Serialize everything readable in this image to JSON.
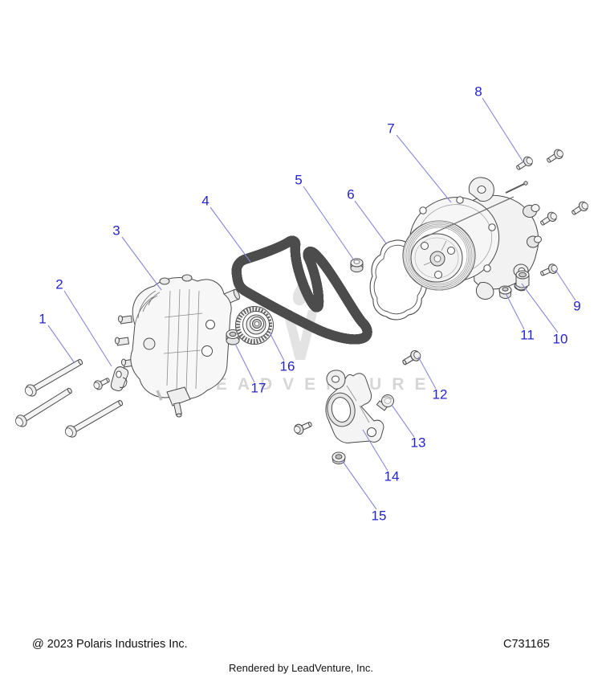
{
  "diagram": {
    "title_code": "C731165",
    "callouts": [
      {
        "label": "1"
      },
      {
        "label": "2"
      },
      {
        "label": "3"
      },
      {
        "label": "4"
      },
      {
        "label": "5"
      },
      {
        "label": "6"
      },
      {
        "label": "7"
      },
      {
        "label": "8"
      },
      {
        "label": "9"
      },
      {
        "label": "10"
      },
      {
        "label": "11"
      },
      {
        "label": "12"
      },
      {
        "label": "13"
      },
      {
        "label": "14"
      },
      {
        "label": "15"
      },
      {
        "label": "16"
      },
      {
        "label": "17"
      }
    ],
    "parts_icons": [
      "long-mount-bolt",
      "clamp-with-bolt",
      "alternator",
      "serpentine-belt",
      "flange-nut",
      "gasket",
      "ac-compressor",
      "flange-bolt-set",
      "flange-bolt",
      "bushing",
      "cap-nut",
      "mount-bolt",
      "button-screw",
      "mount-bracket",
      "hex-nut",
      "idler-pulley",
      "spacer-bushing"
    ]
  },
  "watermark": {
    "text": "LEADVENTURE",
    "logo": "leadventure-v-logo"
  },
  "footer": {
    "copyright": "@ 2023 Polaris Industries Inc.",
    "part_code": "C731165",
    "rendered_by": "Rendered by LeadVenture, Inc."
  },
  "colors": {
    "callout_text": "#2424cc",
    "leader_line": "#8888d8",
    "watermark_gray": "#d6d6d6",
    "line_art_ink": "#4a4a4a",
    "background": "#ffffff"
  }
}
